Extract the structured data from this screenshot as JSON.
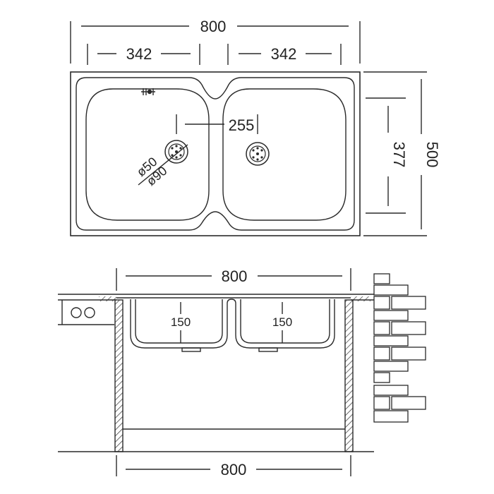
{
  "top_view": {
    "overall_width": "800",
    "bowl_width_left": "342",
    "bowl_width_right": "342",
    "overall_depth": "500",
    "bowl_depth": "377",
    "drain_offset": "255",
    "drain_diameter": "ø50",
    "outer_diameter": "ø90"
  },
  "front_view": {
    "top_width": "800",
    "bowl_depth_left": "150",
    "bowl_depth_right": "150",
    "cabinet_width": "800"
  },
  "colors": {
    "line": "#2a2a2a",
    "background": "#ffffff"
  }
}
